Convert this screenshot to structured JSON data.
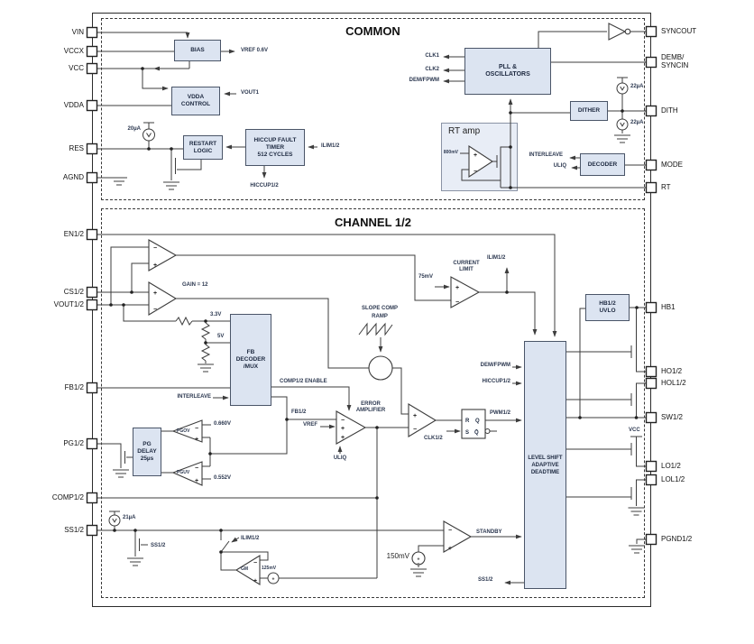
{
  "titles": {
    "common": "COMMON",
    "channel": "CHANNEL 1/2"
  },
  "pins": {
    "left": [
      "VIN",
      "VCCX",
      "VCC",
      "VDDA",
      "RES",
      "AGND",
      "EN1/2",
      "CS1/2",
      "VOUT1/2",
      "FB1/2",
      "PG1/2",
      "COMP1/2",
      "SS1/2"
    ],
    "right": [
      "SYNCOUT",
      "DEMB/\nSYNCIN",
      "DITH",
      "MODE",
      "RT",
      "HB1",
      "HO1/2",
      "HOL1/2",
      "SW1/2",
      "LO1/2",
      "LOL1/2",
      "PGND1/2"
    ]
  },
  "blocks": {
    "bias": "BIAS",
    "vdda": "VDDA\nCONTROL",
    "restart": "RESTART\nLOGIC",
    "hiccup": "HICCUP FAULT\nTIMER\n512 CYCLES",
    "pll": "PLL &\nOSCILLATORS",
    "dither": "DITHER",
    "rtamp": "RT amp",
    "decoder": "DECODER",
    "fbmux": "FB\nDECODER\n/MUX",
    "pgdelay": "PG\nDELAY\n25µs",
    "hbuvlo": "HB1/2\nUVLO",
    "levelshift": "LEVEL SHIFT\nADAPTIVE\nDEADTIME"
  },
  "latch": {
    "r": "R",
    "s": "S",
    "q": "Q",
    "qb": "Q̄"
  },
  "wire_labels": {
    "vref06": "VREF 0.6V",
    "vout1": "VOUT1",
    "i20": "20µA",
    "ilim_common": "ILIM1/2",
    "hiccup_out": "HICCUP1/2",
    "clk1": "CLK1",
    "clk2": "CLK2",
    "demfpwm": "DEM/FPWM",
    "i22a": "22µA",
    "i22b": "22µA",
    "mv800": "800mV",
    "interleave": "INTERLEAVE",
    "uliq": "ULIQ",
    "gain12": "GAIN = 12",
    "v33": "3.3V",
    "v5": "5V",
    "comp_enable": "COMP1/2 ENABLE",
    "interleave_ch": "INTERLEAVE",
    "fb12": "FB1/2",
    "vref": "VREF",
    "error_amp": "ERROR\nAMPLIFIER",
    "uliq_ch": "ULIQ",
    "slope": "SLOPE COMP",
    "ramp": "RAMP",
    "mv75": "75mV",
    "current_limit": "CURRENT\nLIMIT",
    "ilim_up": "ILIM1/2",
    "demfpwm_ch": "DEM/FPWM",
    "hiccup_ch": "HICCUP1/2",
    "pwm12": "PWM1/2",
    "clk12": "CLK1/2",
    "standby": "STANDBY",
    "ss_out": "SS1/2",
    "mv150": "150mV",
    "v0660": "0.660V",
    "v0552": "0.552V",
    "pgov": "PGOV",
    "pguv": "PGUV",
    "i21": "21µA",
    "ss_gate": "SS1/2",
    "ilim_sw": "ILIM1/2",
    "gm": "GM",
    "mv125": "125mV",
    "vcc": "VCC"
  },
  "symbols": {
    "plus": "+",
    "minus": "−"
  },
  "colors": {
    "block_fill": "#dce4f1",
    "wire": "#3c3c3c",
    "text": "#1d2940"
  }
}
